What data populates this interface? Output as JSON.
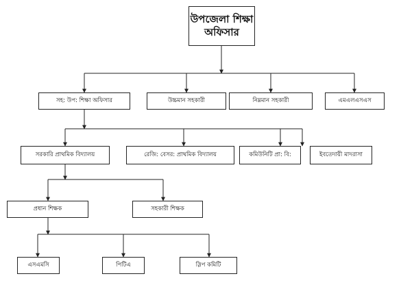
{
  "org_chart": {
    "root": {
      "line1": "উপজেলা শিক্ষা",
      "line2": "অফিসার"
    },
    "level1": [
      "সহ: উপ: শিক্ষা অফিসার",
      "উচ্চমান সহকারী",
      "নিম্নমান সহকারী",
      "এমএলএসএস"
    ],
    "level2": [
      "সরকারি প্রাথমিক বিদ্যালয়",
      "রেজি: বেসর: প্রাথমিক বিদ্যালয়",
      "কমিউনিটি প্রা: বি:",
      "ইবতেদায়ী মাদরাসা"
    ],
    "level3": [
      "প্রধান শিক্ষক",
      "সহকারী শিক্ষক"
    ],
    "level4": [
      "এসএমসি",
      "পিটিএ",
      "স্লিপ কমিটি"
    ]
  }
}
